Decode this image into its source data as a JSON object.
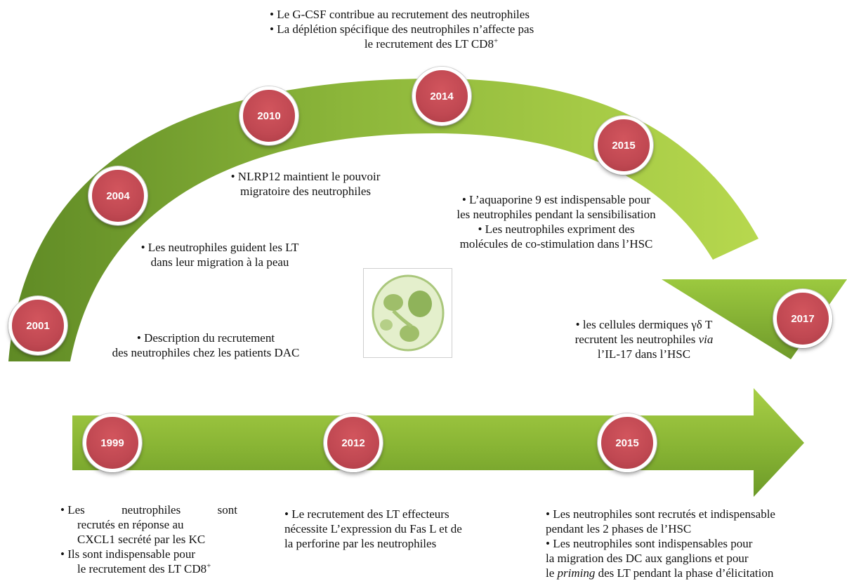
{
  "top_arc": {
    "milestones": [
      {
        "year": "2001"
      },
      {
        "year": "2004"
      },
      {
        "year": "2010"
      },
      {
        "year": "2014"
      },
      {
        "year": "2015"
      },
      {
        "year": "2017"
      }
    ],
    "notes": {
      "y2001": [
        "• Description du recrutement",
        "des neutrophiles chez les patients DAC"
      ],
      "y2004": [
        "• Les neutrophiles guident les LT",
        "dans leur migration à la peau"
      ],
      "y2010": [
        "• NLRP12 maintient le pouvoir",
        "migratoire des neutrophiles"
      ],
      "y2014": [
        "• Le G-CSF contribue au recrutement des neutrophiles",
        "• La déplétion spécifique des neutrophiles n’affecte pas",
        "le recrutement des LT CD8"
      ],
      "y2015": [
        "• L’aquaporine 9 est indispensable pour",
        "les neutrophiles pendant la sensibilisation",
        "• Les neutrophiles expriment des",
        "molécules de co-stimulation dans l’HSC"
      ],
      "y2017": [
        "• les cellules dermiques γδ T",
        "recrutent les neutrophiles",
        "via",
        "l’IL-17 dans l’HSC"
      ]
    }
  },
  "bottom_arrow": {
    "milestones": [
      {
        "year": "1999"
      },
      {
        "year": "2012"
      },
      {
        "year": "2015"
      }
    ],
    "notes": {
      "y1999": [
        "• Les",
        "neutrophiles",
        "sont",
        "recrutés en réponse au",
        "CXCL1 secrété par les KC",
        "• Ils sont indispensable pour",
        "le recrutement des LT CD8"
      ],
      "y2012": [
        "• Le recrutement des LT effecteurs",
        "nécessite L’expression du Fas L et de",
        "la perforine par les neutrophiles"
      ],
      "y2015": [
        "• Les neutrophiles sont recrutés et indispensable",
        "pendant les 2 phases de l’HSC",
        "• Les neutrophiles sont indispensables pour",
        "la migration des DC aux ganglions et pour",
        "le",
        "priming",
        "des LT pendant la phase d’élicitation"
      ]
    }
  },
  "superscript": "+",
  "colors": {
    "arrow_light": "#b7d84e",
    "arrow_dark": "#5f8a25",
    "circle": "#c04852"
  }
}
